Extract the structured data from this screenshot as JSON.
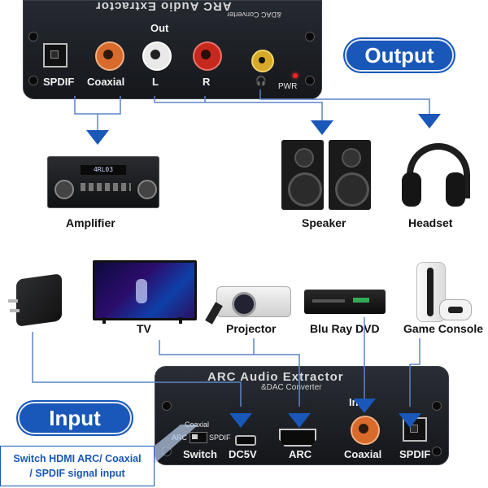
{
  "top_device": {
    "title_mirrored": "ARC Audio Extractor",
    "subtitle_mirrored": "&DAC Converter",
    "out_label": "Out",
    "ports": [
      "SPDIF",
      "Coaxial",
      "L",
      "R"
    ],
    "pwr_label": "PWR"
  },
  "output_badge": "Output",
  "outputs": [
    "Amplifier",
    "Speaker",
    "Headset"
  ],
  "inputs": [
    "TV",
    "Projector",
    "Blu Ray DVD",
    "Game Console"
  ],
  "bottom_device": {
    "title": "ARC Audio Extractor",
    "subtitle": "&DAC Converter",
    "in_label": "In",
    "switch_top": "Coaxial",
    "switch_left": "ARC",
    "switch_right": "SPDIF",
    "ports": [
      "Switch",
      "DC5V",
      "ARC",
      "Coaxial",
      "SPDIF"
    ]
  },
  "input_badge": "Input",
  "callout": {
    "line1": "Switch HDMI ARC/ Coaxial",
    "line2": "/ SPDIF signal input"
  },
  "amp_display": "4RL03",
  "colors": {
    "accent": "#1957b8",
    "device": "#1b1e24",
    "rca_red": "#c7281e",
    "rca_orange": "#d86a2c"
  }
}
